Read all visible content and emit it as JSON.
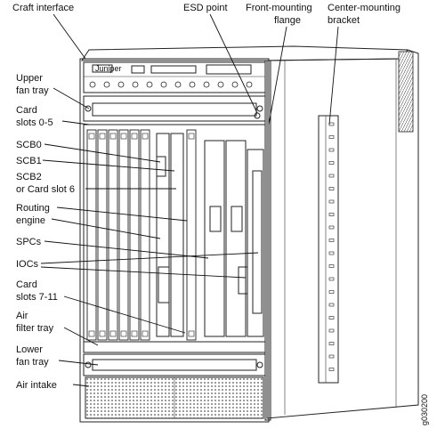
{
  "labels": {
    "craft_interface": "Craft interface",
    "esd_point": "ESD point",
    "front_mounting_1": "Front-mounting",
    "front_mounting_2": "flange",
    "center_mounting_1": "Center-mounting",
    "center_mounting_2": "bracket",
    "upper_fan_tray_1": "Upper",
    "upper_fan_tray_2": "fan tray",
    "card_slots_0_5_1": "Card",
    "card_slots_0_5_2": "slots 0-5",
    "scb0": "SCB0",
    "scb1": "SCB1",
    "scb2_1": "SCB2",
    "scb2_2": "or Card slot 6",
    "routing_engine_1": "Routing",
    "routing_engine_2": "engine",
    "spcs": "SPCs",
    "iocs": "IOCs",
    "card_slots_7_11_1": "Card",
    "card_slots_7_11_2": "slots 7-11",
    "air_filter_tray_1": "Air",
    "air_filter_tray_2": "filter tray",
    "lower_fan_tray_1": "Lower",
    "lower_fan_tray_2": "fan tray",
    "air_intake": "Air intake",
    "brand": "Juniper",
    "figure_code": "g030200"
  }
}
